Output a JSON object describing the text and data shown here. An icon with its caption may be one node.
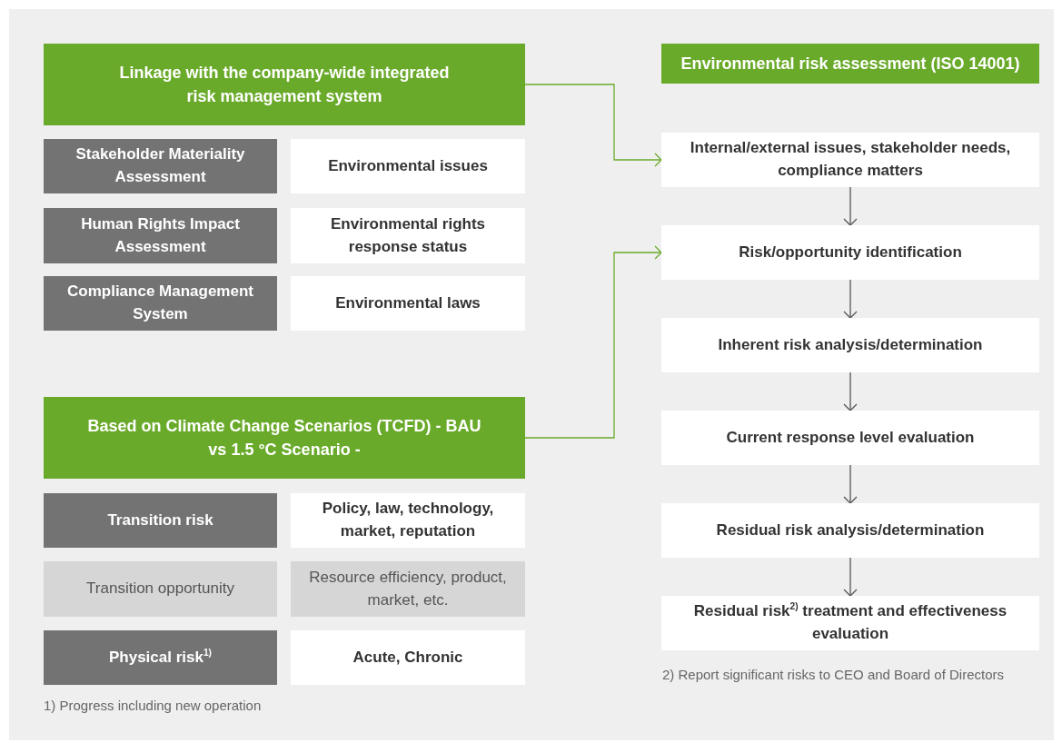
{
  "diagram": {
    "nodes": [
      {
        "text": [
          "Linkage with the company-wide integrated risk management system"
        ]
      },
      {
        "text": [
          "Stakeholder Materiality Assessment"
        ]
      },
      {
        "text": [
          "Environmental issues"
        ]
      },
      {
        "text": [
          "Human Rights Impact Assessment"
        ]
      },
      {
        "text": [
          "Environmental rights response status"
        ]
      },
      {
        "text": [
          "Compliance Management System"
        ]
      },
      {
        "text": [
          "Environmental laws"
        ]
      },
      {
        "text": [
          "Based on Climate Change Scenarios (TCFD) - BAU vs 1.5 °C Scenario -"
        ]
      },
      {
        "text": [
          "Transition risk"
        ]
      },
      {
        "text": [
          "Policy, law, technology, market, reputation"
        ]
      },
      {
        "text": [
          "Transition opportunity"
        ]
      },
      {
        "text": [
          "Resource efficiency, product, market, etc."
        ]
      },
      {
        "text": [
          "Physical risk$^{1)}$"
        ]
      },
      {
        "text": [
          "Acute, Chronic"
        ]
      },
      {
        "text": [
          "Environmental risk assessment (ISO 14001)"
        ]
      },
      {
        "text": [
          "Internal/external issues, stakeholder needs, compliance matters"
        ]
      },
      {
        "text": [
          "Risk/opportunity identification"
        ]
      },
      {
        "text": [
          "Inherent risk analysis/determination"
        ]
      },
      {
        "text": [
          "Current response level evaluation"
        ]
      },
      {
        "text": [
          "Residual risk analysis/determination"
        ]
      },
      {
        "text": [
          "Residual risk$^{2)}$ treatment and effectiveness evaluation"
        ]
      }
    ],
    "edges": [
      {
        "from": 0,
        "to": 15,
        "arrow": "to",
        "color": "#6aaa2a"
      },
      {
        "from": 7,
        "to": 16,
        "arrow": "to",
        "color": "#6aaa2a"
      },
      {
        "from": 15,
        "to": 16,
        "arrow": "to"
      },
      {
        "from": 16,
        "to": 17,
        "arrow": "to"
      },
      {
        "from": 17,
        "to": 18,
        "arrow": "to"
      },
      {
        "from": 18,
        "to": 19,
        "arrow": "to"
      },
      {
        "from": 19,
        "to": 20,
        "arrow": "to"
      }
    ],
    "labels": [
      "1) Progress including new operation",
      "2) Report significant risks to CEO and Board of Directors"
    ]
  }
}
